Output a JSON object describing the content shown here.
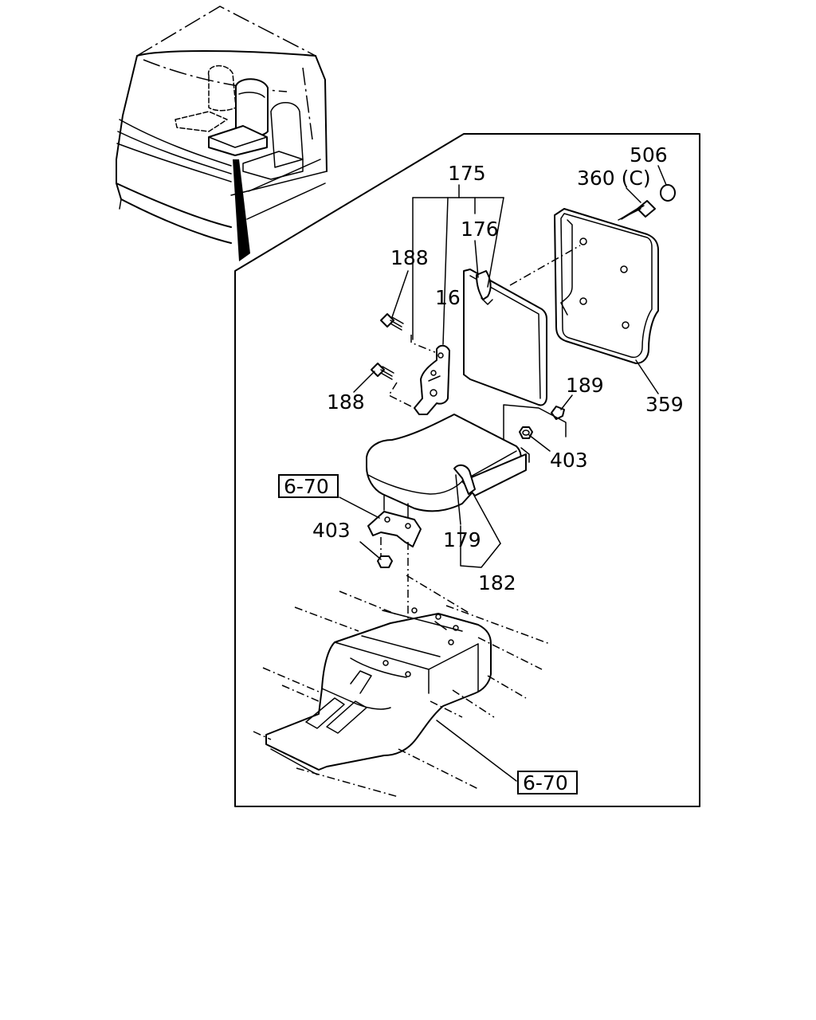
{
  "diagram": {
    "callouts": {
      "c175": "175",
      "c176": "176",
      "c188_top": "188",
      "c188_bottom": "188",
      "c16": "16",
      "c506": "506",
      "c360": "360 (C)",
      "c359": "359",
      "c189": "189",
      "c403_right": "403",
      "c403_left": "403",
      "c179": "179",
      "c182": "182"
    },
    "references": {
      "ref_top": "6-70",
      "ref_bottom": "6-70"
    },
    "icons": {
      "overview": "truck-cab-interior-icon",
      "seat": "jump-seat-assembly-icon",
      "console": "floor-console-icon"
    }
  }
}
